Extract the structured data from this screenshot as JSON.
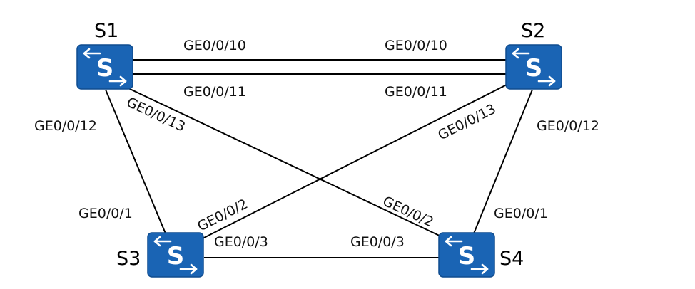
{
  "colors": {
    "switch_fill": "#1a64b4",
    "link": "#000000"
  },
  "switch_icon": "switch-icon",
  "switches": {
    "s1": {
      "name": "S1",
      "symbol": "S"
    },
    "s2": {
      "name": "S2",
      "symbol": "S"
    },
    "s3": {
      "name": "S3",
      "symbol": "S"
    },
    "s4": {
      "name": "S4",
      "symbol": "S"
    }
  },
  "links": {
    "s1_s2_a": {
      "a_port": "GE0/0/10",
      "b_port": "GE0/0/10"
    },
    "s1_s2_b": {
      "a_port": "GE0/0/11",
      "b_port": "GE0/0/11"
    },
    "s1_s3": {
      "a_port": "GE0/0/12",
      "b_port": "GE0/0/1"
    },
    "s1_s4": {
      "a_port": "GE0/0/13",
      "b_port": "GE0/0/2"
    },
    "s2_s3": {
      "a_port": "GE0/0/13",
      "b_port": "GE0/0/2"
    },
    "s2_s4": {
      "a_port": "GE0/0/12",
      "b_port": "GE0/0/1"
    },
    "s3_s4": {
      "a_port": "GE0/0/3",
      "b_port": "GE0/0/3"
    }
  }
}
